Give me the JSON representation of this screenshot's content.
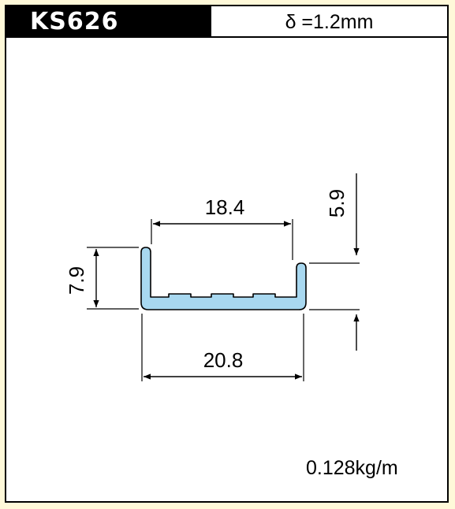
{
  "title": {
    "model": "KS626",
    "thickness": "δ =1.2mm"
  },
  "dimensions": {
    "inner_width": "18.4",
    "outer_width": "20.8",
    "height": "7.9",
    "lip": "5.9"
  },
  "weight": "0.128kg/m",
  "colors": {
    "background": "#fff9d9",
    "profile_fill": "#a8d8f0",
    "header_fill": "#000000"
  }
}
